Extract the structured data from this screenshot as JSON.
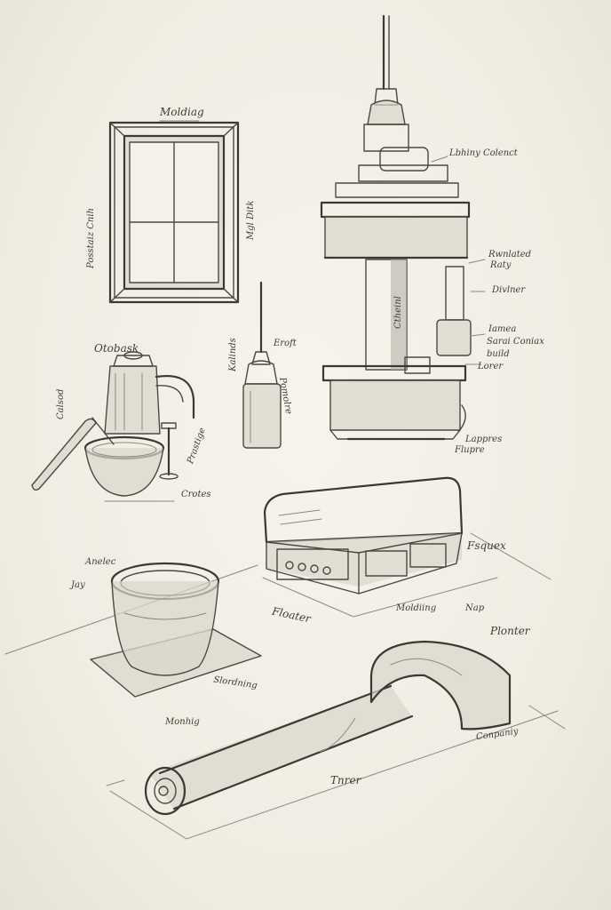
{
  "labels": {
    "molding_top": "Moldiag",
    "frame_left": "Posstaiz Cnih",
    "frame_right": "Mgl Ditk",
    "lamp_right": "Lbhiny Colenct",
    "rounded": "Rwnlated",
    "rounded2": "Raty",
    "divider": "Divlner",
    "lamea": "Iamea",
    "sarai": "Sarai Coniax",
    "build": "build",
    "lorer": "Lorer",
    "column": "Ctheinl",
    "lappres": "Lappres",
    "flupre": "Flupre",
    "otobisk": "Otobask",
    "calsod": "Calsod",
    "prastige": "Prastige",
    "crotes": "Crotes",
    "kalinds": "Kalinds",
    "eroft": "Eroft",
    "ponolre": "Pomolre",
    "fsquex": "Fsquex",
    "floater": "Floater",
    "molding_mid": "Moldiing",
    "anelec": "Anelec",
    "jay": "Jay",
    "slordnieg": "Slordning",
    "nap": "Nap",
    "plonter": "Plonter",
    "monhig": "Monhig",
    "conpaniy": "Conpaniy",
    "tnrer": "Tnrer"
  },
  "colors": {
    "paper": "#f1efe6",
    "ink": "#4b4844"
  }
}
